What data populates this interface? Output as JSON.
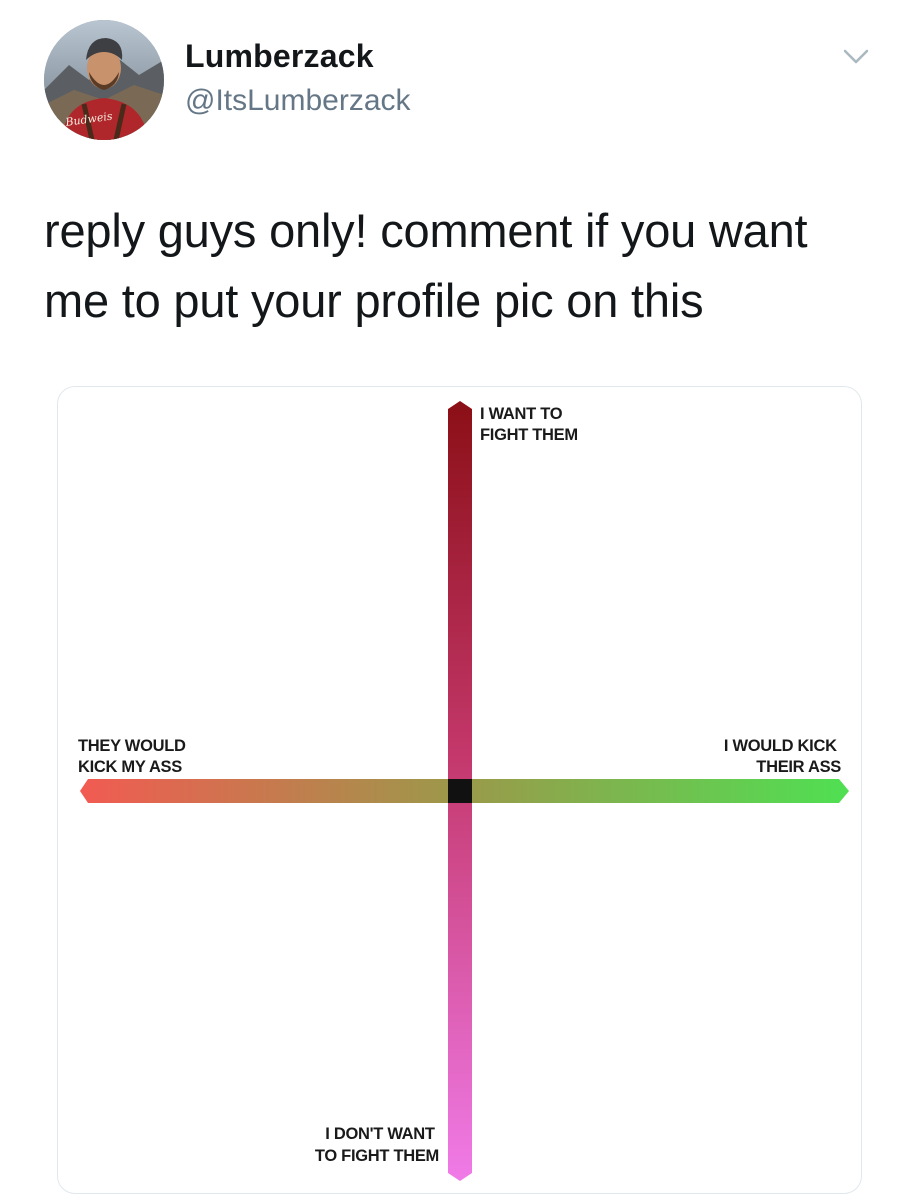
{
  "tweet": {
    "display_name": "Lumberzack",
    "handle": "@ItsLumberzack",
    "text_line1": "reply guys only! comment if you want",
    "text_line2": "me to put your profile pic on this",
    "avatar_shirt_text": "Budweiser",
    "menu_icon": "chevron-down-icon"
  },
  "chart_data": {
    "type": "alignment-chart",
    "labels": {
      "top_line1": "I WANT TO",
      "top_line2": "FIGHT THEM",
      "bottom_line1": "I DON'T WANT",
      "bottom_line2": "TO FIGHT THEM",
      "left_line1": "THEY WOULD",
      "left_line2": "KICK MY ASS",
      "right_line1": "I WOULD KICK",
      "right_line2": "THEIR ASS"
    },
    "colors": {
      "vertical_top": "#8b0f16",
      "vertical_bottom": "#f07be8",
      "horizontal_left": "#f25a52",
      "horizontal_right": "#4fe053",
      "center": "#111111"
    }
  }
}
